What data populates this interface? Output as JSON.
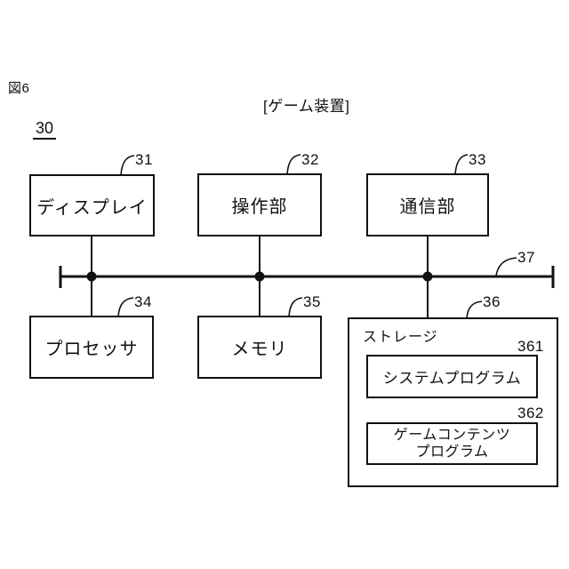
{
  "figure": {
    "fig_label": "図6",
    "overall_ref": "30",
    "title": "[ゲーム装置]"
  },
  "blocks": {
    "display": {
      "label": "ディスプレイ",
      "ref": "31"
    },
    "operation": {
      "label": "操作部",
      "ref": "32"
    },
    "communication": {
      "label": "通信部",
      "ref": "33"
    },
    "processor": {
      "label": "プロセッサ",
      "ref": "34"
    },
    "memory": {
      "label": "メモリ",
      "ref": "35"
    },
    "storage": {
      "label": "ストレージ",
      "ref": "36"
    },
    "system_program": {
      "label": "システムプログラム",
      "ref": "361"
    },
    "game_content_program": {
      "label_line1": "ゲームコンテンツ",
      "label_line2": "プログラム",
      "ref": "362"
    }
  },
  "bus": {
    "ref": "37"
  },
  "colors": {
    "line": "#111111",
    "background": "#ffffff"
  }
}
